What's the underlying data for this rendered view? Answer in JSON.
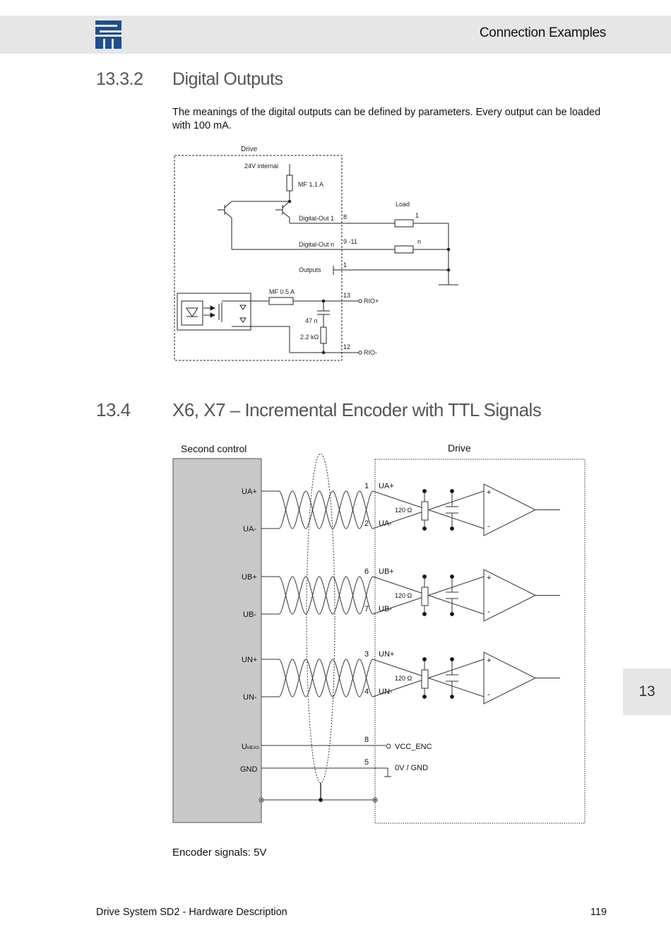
{
  "header": {
    "logo": "sem-logo",
    "title": "Connection Examples"
  },
  "section_1": {
    "number": "13.3.2",
    "title": "Digital Outputs",
    "paragraph": "The meanings of the digital outputs can be defined by parameters. Every output can be loaded with 100 mA.",
    "diagram": {
      "drive_label": "Drive",
      "supply_label": "24V internal",
      "fuse_1": "MF 1.1 A",
      "out_1_label": "Digital-Out 1",
      "out_n_label": "Digital-Out n",
      "outputs_label": "Outputs",
      "pin_8": "8",
      "pin_9_11": "9 -11",
      "pin_1": "1",
      "load_label": "Load",
      "load_1": "1",
      "load_n": "n",
      "fuse_2": "MF 0.5 A",
      "cap": "47 n",
      "res": "2.2 kΩ",
      "pin_13": "13",
      "pin_12": "12",
      "rio_plus": "RIO+",
      "rio_minus": "RIO-"
    }
  },
  "section_2": {
    "number": "13.4",
    "title": "X6, X7 – Incremental Encoder with TTL Signals",
    "diagram": {
      "left_label": "Second control",
      "right_label": "Drive",
      "channels": [
        {
          "pos": "UA+",
          "neg": "UA-",
          "pin_pos": "1",
          "pin_neg": "2",
          "drive_pos": "UA+",
          "drive_neg": "UA-",
          "resistor": "120 Ω"
        },
        {
          "pos": "UB+",
          "neg": "UB-",
          "pin_pos": "6",
          "pin_neg": "7",
          "drive_pos": "UB+",
          "drive_neg": "UB-",
          "resistor": "120 Ω"
        },
        {
          "pos": "UN+",
          "neg": "UN-",
          "pin_pos": "3",
          "pin_neg": "4",
          "drive_pos": "UN+",
          "drive_neg": "UN-",
          "resistor": "120 Ω"
        }
      ],
      "umeas_main": "U",
      "umeas_sub": "MEAS",
      "gnd_label": "GND",
      "pin_8": "8",
      "pin_5": "5",
      "vcc_label": "VCC_ENC",
      "gnd_right": "0V / GND",
      "amp_plus": "+",
      "amp_minus": "-"
    },
    "caption": "Encoder signals: 5V"
  },
  "side_tab": "13",
  "footer": {
    "doc_title": "Drive System SD2 - Hardware Description",
    "page_number": "119"
  }
}
